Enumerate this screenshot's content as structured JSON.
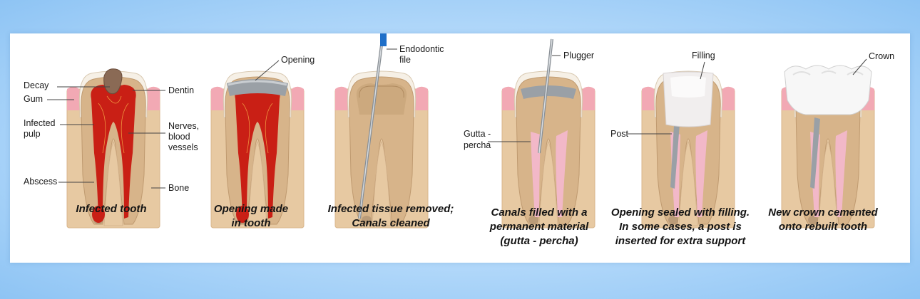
{
  "panels": [
    {
      "id": "infected",
      "caption": [
        "Infected tooth"
      ],
      "labels": {
        "decay": "Decay",
        "gum": "Gum",
        "infected_pulp": [
          "Infected",
          "pulp"
        ],
        "abscess": "Abscess",
        "dentin": "Dentin",
        "nerves": [
          "Nerves,",
          "blood",
          "vessels"
        ],
        "bone": "Bone"
      }
    },
    {
      "id": "opening",
      "caption": [
        "Opening made",
        "in tooth"
      ],
      "labels": {
        "opening": "Opening"
      }
    },
    {
      "id": "cleaned",
      "caption": [
        "Infected tissue removed;",
        "Canals cleaned"
      ],
      "labels": {
        "file": [
          "Endodontic",
          "file"
        ]
      }
    },
    {
      "id": "filled",
      "caption": [
        "Canals filled with a",
        "permanent material",
        "(gutta - percha)"
      ],
      "labels": {
        "plugger": "Plugger",
        "gutta": [
          "Gutta -",
          "percha"
        ]
      }
    },
    {
      "id": "sealed",
      "caption": [
        "Opening sealed with filling.",
        "In some cases, a post is",
        "inserted for extra support"
      ],
      "labels": {
        "filling": "Filling",
        "post": "Post"
      }
    },
    {
      "id": "crown",
      "caption": [
        "New crown cemented",
        "onto rebuilt tooth"
      ],
      "labels": {
        "crown": "Crown"
      }
    }
  ],
  "colors": {
    "bone": "#e7c9a2",
    "gum": "#f2a9b4",
    "enamel": "#f6f0e6",
    "dentin": "#d7b48a",
    "pulp_infected": "#c91f15",
    "canal_clean": "#f3cfd4",
    "gutta_percha": "#f2b8c8",
    "filling": "#f1eeee",
    "metal": "#9aa0a6",
    "crown": "#f7f7f7"
  }
}
